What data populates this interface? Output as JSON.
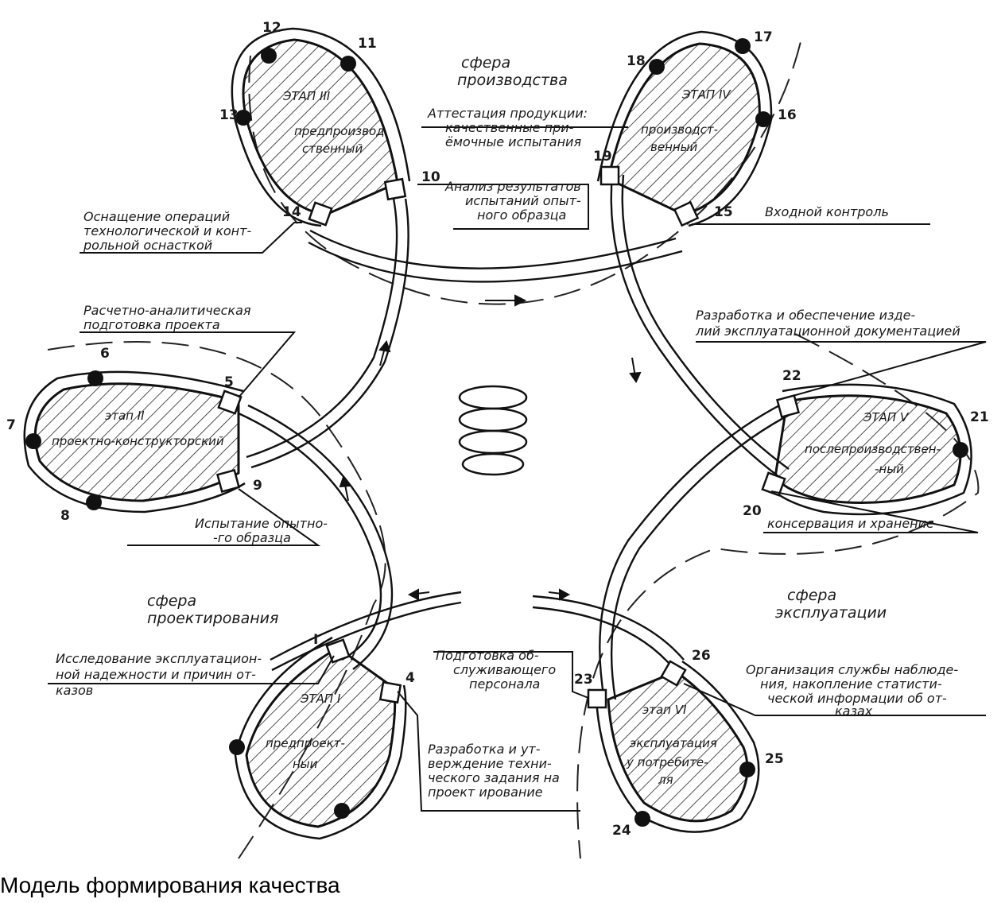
{
  "spheres": {
    "production": [
      "сфера",
      "производства"
    ],
    "design": [
      "сфера",
      "проектирования"
    ],
    "operation": [
      "сфера",
      "эксплуатации"
    ]
  },
  "stages": {
    "s1": {
      "title": "ЭТАП I",
      "name": [
        "предпроект-",
        "ныи"
      ]
    },
    "s2": {
      "title": "этап II",
      "name": [
        "проектно-конструкторский"
      ]
    },
    "s3": {
      "title": "ЭТАП III",
      "name": [
        "предпроизвод",
        "ственный"
      ]
    },
    "s4": {
      "title": "ЭТАП IV",
      "name": [
        "производст-",
        "венный"
      ]
    },
    "s5": {
      "title": "ЭТАП V",
      "name": [
        "послепроизводствен-",
        "-ный"
      ]
    },
    "s6": {
      "title": "этап VI",
      "name": [
        "эксплуатация",
        "у потребите-",
        "ля"
      ]
    }
  },
  "annotations": {
    "a1": [
      "Исследование эксплуатацион-",
      "ной надежности и причин от-",
      "казов"
    ],
    "a4": [
      "Разработка и ут-",
      "верждение техни-",
      "ческого задания на",
      "проект ирование"
    ],
    "a5": [
      "Расчетно-аналитическая",
      "подготовка проекта"
    ],
    "a9": [
      "Испытание опытно-",
      "-го образца"
    ],
    "a10": [
      "Анализ результатов",
      "испытаний опыт-",
      "ного образца"
    ],
    "a14": [
      "Оснащение операций",
      "технологической и конт-",
      "рольной оснасткой"
    ],
    "a19": [
      "Аттестация продукции:",
      "качественные при-",
      "ёмочные испытания"
    ],
    "a15": [
      "Входной контроль"
    ],
    "a22": [
      "Разработка и обеспечение изде-",
      "лий эксплуатационной документацией"
    ],
    "a20": [
      "консервация и хранение"
    ],
    "a23": [
      "Подготовка об-",
      "служивающего",
      "персонала"
    ],
    "a26": [
      "Организация службы наблюде-",
      "ния, накопление статисти-",
      "ческой информации об от-",
      "казах"
    ]
  },
  "numbers": {
    "n1": "I",
    "n4": "4",
    "n5": "5",
    "n6": "6",
    "n7": "7",
    "n8": "8",
    "n9": "9",
    "n10": "10",
    "n11": "11",
    "n12": "12",
    "n13": "13",
    "n14": "14",
    "n15": "15",
    "n16": "16",
    "n17": "17",
    "n18": "18",
    "n19": "19",
    "n20": "20",
    "n21": "21",
    "n22": "22",
    "n23": "23",
    "n24": "24",
    "n25": "25",
    "n26": "26"
  },
  "caption": "Модель формирования качества"
}
